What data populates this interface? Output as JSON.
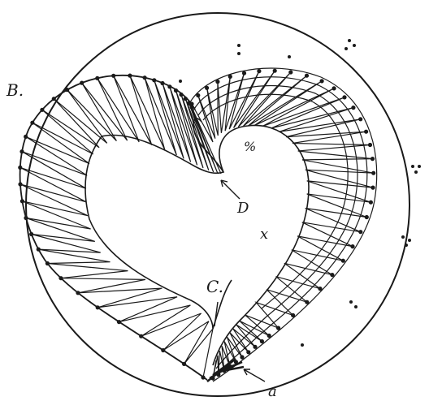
{
  "labels": {
    "b": "B.",
    "c": "C.",
    "d": "D",
    "a": "a",
    "percent": "%",
    "x": "x"
  },
  "colors": {
    "ink": "#1a1a1a",
    "paper": "#ffffff"
  }
}
